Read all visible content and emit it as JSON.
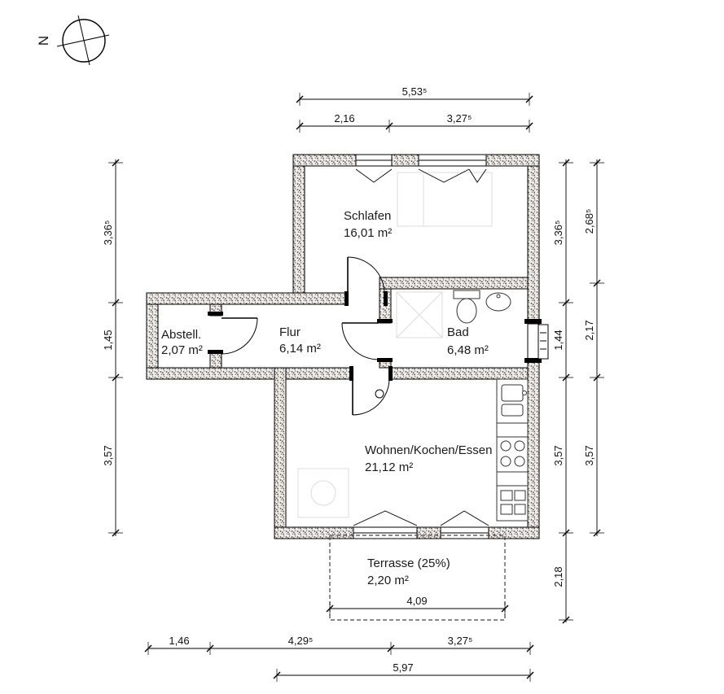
{
  "compass": {
    "label": "N"
  },
  "rooms": {
    "schlafen": {
      "name": "Schlafen",
      "area": "16,01 m²"
    },
    "abstell": {
      "name": "Abstell.",
      "area": "2,07 m²"
    },
    "flur": {
      "name": "Flur",
      "area": "6,14 m²"
    },
    "bad": {
      "name": "Bad",
      "area": "6,48 m²"
    },
    "wohnen": {
      "name": "Wohnen/Kochen/Essen",
      "area": "21,12 m²"
    },
    "terrasse": {
      "name": "Terrasse (25%)",
      "area": "2,20 m²"
    }
  },
  "dims": {
    "top_total": "5,53⁵",
    "top_a": "2,16",
    "top_b": "3,27⁵",
    "left_a": "3,36⁵",
    "left_b": "1,45",
    "left_c": "3,57",
    "right_a": "3,36⁵",
    "right_b": "1,44",
    "right_c": "3,57",
    "right_d": "2,18",
    "right_outer_a": "2,68⁵",
    "right_outer_b": "2,17",
    "right_outer_c": "3,57",
    "terrace_width": "4,09",
    "bottom_a": "1,46",
    "bottom_b": "4,29⁵",
    "bottom_c": "3,27⁵",
    "bottom_total": "5,97"
  }
}
